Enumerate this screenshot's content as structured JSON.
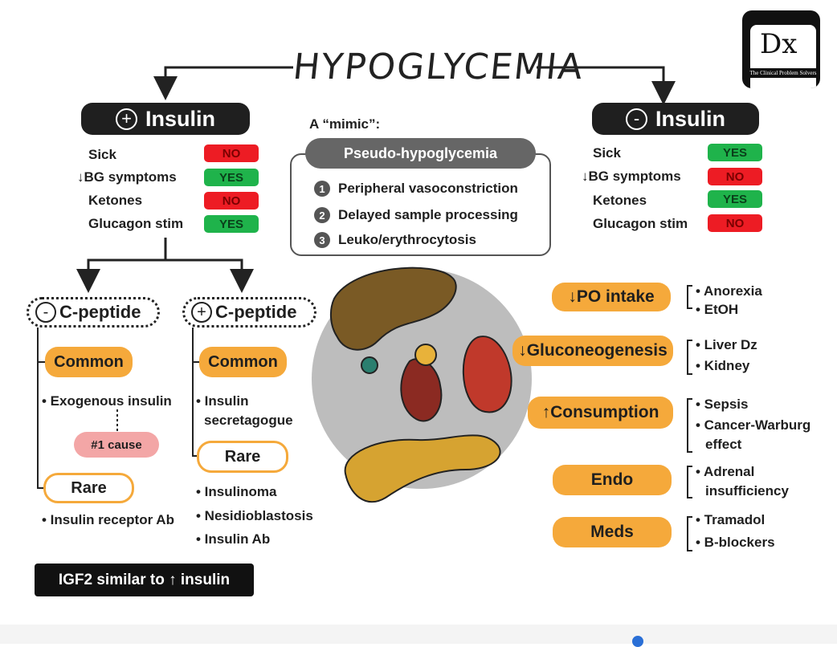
{
  "title": "HYPOGLYCEMIA",
  "logo": {
    "mark": "Dx",
    "subtitle": "The Clinical Problem Solvers"
  },
  "colors": {
    "no": "#ed1c24",
    "yes": "#1fb34b",
    "orange": "#f5a93b",
    "dark": "#1f1f1f",
    "rare_pink": "#f3a6a6"
  },
  "plus_insulin": {
    "label": "Insulin",
    "sign": "+",
    "rows": [
      {
        "label": "Sick",
        "value": "NO"
      },
      {
        "label": "BG symptoms",
        "prefix": "↓",
        "value": "YES"
      },
      {
        "label": "Ketones",
        "value": "NO"
      },
      {
        "label": "Glucagon stim",
        "value": "YES"
      }
    ]
  },
  "minus_insulin": {
    "label": "Insulin",
    "sign": "-",
    "rows": [
      {
        "label": "Sick",
        "value": "YES"
      },
      {
        "label": "BG symptoms",
        "prefix": "↓",
        "value": "NO"
      },
      {
        "label": "Ketones",
        "value": "YES"
      },
      {
        "label": "Glucagon stim",
        "value": "NO"
      }
    ]
  },
  "mimic": {
    "heading": "A “mimic”:",
    "pill": "Pseudo-hypoglycemia",
    "items": [
      {
        "num": "1",
        "text": "Peripheral vasoconstriction"
      },
      {
        "num": "2",
        "text": "Delayed sample processing"
      },
      {
        "num": "3",
        "text": "Leuko/erythrocytosis"
      }
    ]
  },
  "neg_cpeptide": {
    "sign": "-",
    "label": "C-peptide",
    "common_label": "Common",
    "common_items": [
      "• Exogenous insulin"
    ],
    "cause_badge": "#1 cause",
    "rare_label": "Rare",
    "rare_items": [
      "• Insulin receptor Ab"
    ]
  },
  "pos_cpeptide": {
    "sign": "+",
    "label": "C-peptide",
    "common_label": "Common",
    "common_items": [
      "• Insulin",
      "secretagogue"
    ],
    "rare_label": "Rare",
    "rare_items": [
      "• Insulinoma",
      "• Nesidioblastosis",
      "• Insulin Ab"
    ]
  },
  "igf2": {
    "text_pre": "IGF2 similar to",
    "arrow": "↑",
    "text_post": "insulin"
  },
  "causes": [
    {
      "arrow": "↓",
      "label": "PO intake",
      "items": [
        "• Anorexia",
        "• EtOH"
      ]
    },
    {
      "arrow": "↓",
      "label": "Gluconeogenesis",
      "items": [
        "• Liver Dz",
        "• Kidney"
      ]
    },
    {
      "arrow": "↑",
      "label": "Consumption",
      "items": [
        "• Sepsis",
        "• Cancer-Warburg",
        "effect"
      ]
    },
    {
      "arrow": "",
      "label": "Endo",
      "items": [
        "• Adrenal",
        "insufficiency"
      ]
    },
    {
      "arrow": "",
      "label": "Meds",
      "items": [
        "• Tramadol",
        "• B-blockers"
      ]
    }
  ]
}
